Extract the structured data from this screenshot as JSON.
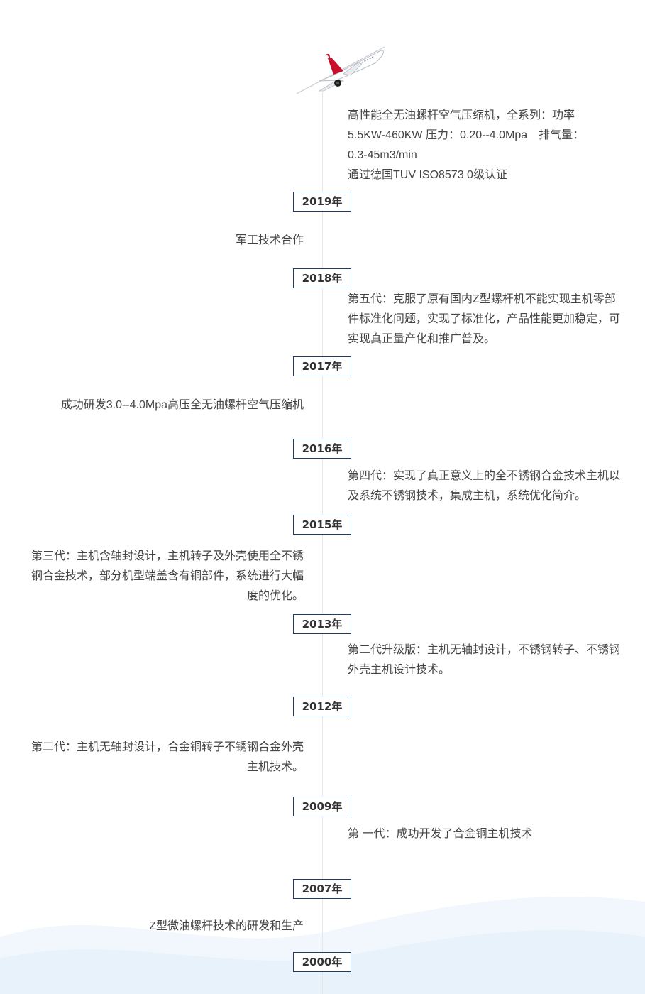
{
  "timeline": {
    "intro": {
      "lines": [
        "高性能全无油螺杆空气压缩机，全系列：功率",
        "5.5KW-460KW 压力：0.20--4.0Mpa　排气量：",
        "0.3-45m3/min",
        "通过德国TUV ISO8573 0级认证"
      ]
    },
    "entries": [
      {
        "year": "2019年",
        "lines": [
          "军工技术合作"
        ]
      },
      {
        "year": "2018年",
        "lines": [
          "第五代：克服了原有国内Z型螺杆机不能实现主机零部",
          "件标准化问题，实现了标准化，产品性能更加稳定，可",
          "实现真正量产化和推广普及。"
        ]
      },
      {
        "year": "2017年",
        "lines": [
          "成功研发3.0--4.0Mpa高压全无油螺杆空气压缩机"
        ]
      },
      {
        "year": "2016年",
        "lines": [
          "第四代：实现了真正意义上的全不锈钢合金技术主机以",
          "及系统不锈钢技术，集成主机，系统优化简介。"
        ]
      },
      {
        "year": "2015年",
        "lines": [
          "第三代：主机含轴封设计，主机转子及外壳使用全不锈",
          "钢合金技术，部分机型端盖含有铜部件，系统进行大幅",
          "度的优化。"
        ]
      },
      {
        "year": "2013年",
        "lines": [
          "第二代升级版：主机无轴封设计，不锈钢转子、不锈钢",
          "外壳主机设计技术。"
        ]
      },
      {
        "year": "2012年",
        "lines": [
          "第二代：主机无轴封设计，合金铜转子不锈钢合金外壳",
          "主机技术。"
        ]
      },
      {
        "year": "2009年",
        "lines": [
          "第 一代：成功开发了合金铜主机技术"
        ]
      },
      {
        "year": "2007年",
        "lines": [
          "Z型微油螺杆技术的研发和生产"
        ]
      },
      {
        "year": "2000年"
      }
    ]
  },
  "icons": {
    "header": "airplane-icon"
  },
  "colors": {
    "year_border": "#1f3d6b",
    "text": "#444444",
    "line": "#e6e6e6",
    "wave": "#eaf3fb"
  }
}
